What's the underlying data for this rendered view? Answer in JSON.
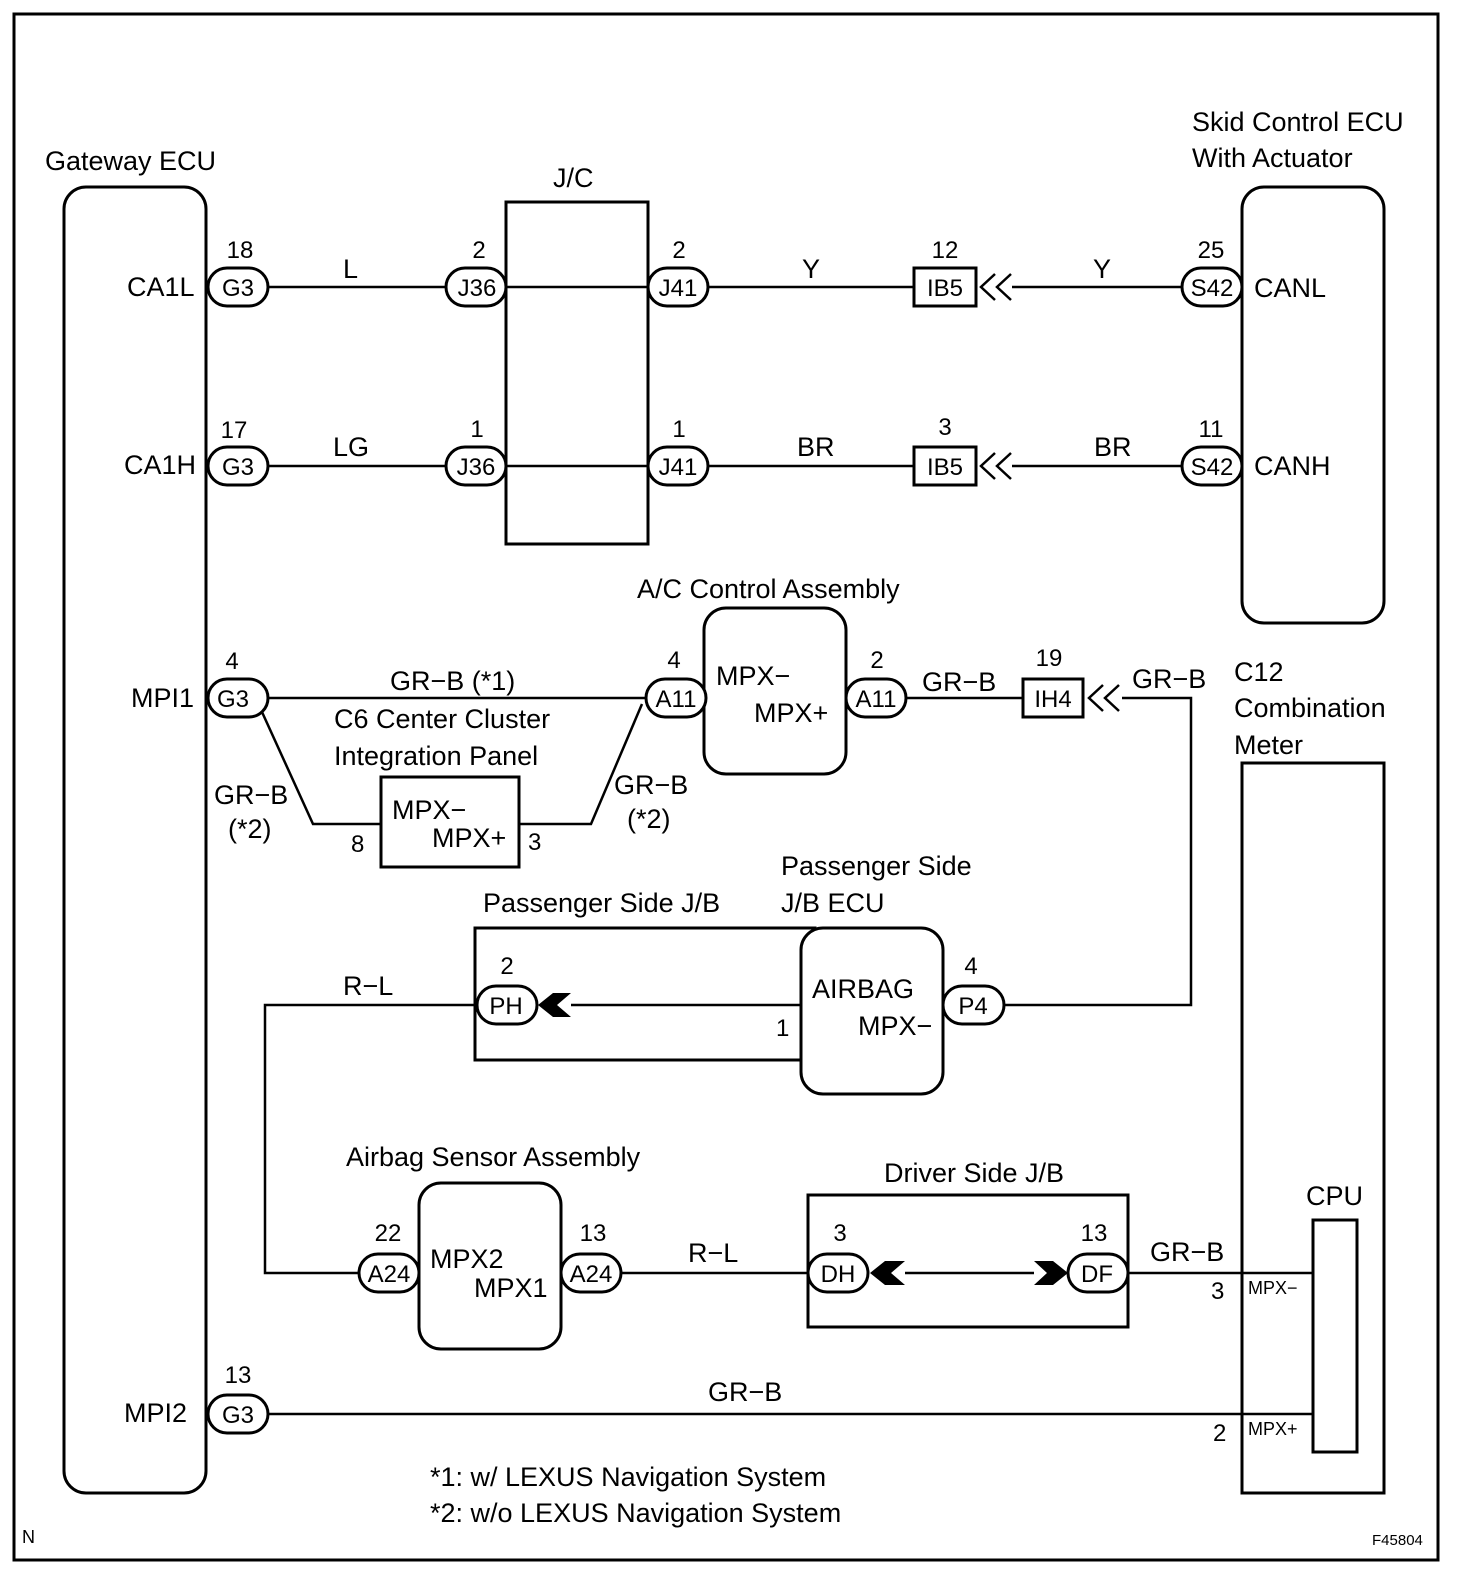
{
  "components": {
    "gateway_ecu": {
      "title": "Gateway ECU",
      "pins": {
        "ca1l": "CA1L",
        "ca1h": "CA1H",
        "mpi1": "MPI1",
        "mpi2": "MPI2"
      }
    },
    "jc": {
      "title": "J/C"
    },
    "skid_ecu": {
      "title_line1": "Skid Control ECU",
      "title_line2": "With Actuator",
      "pins": {
        "canl": "CANL",
        "canh": "CANH"
      }
    },
    "ac_control": {
      "title": "A/C Control Assembly",
      "pin_minus": "MPX−",
      "pin_plus": "MPX+"
    },
    "center_cluster": {
      "title_line1": "C6 Center Cluster",
      "title_line2": "Integration Panel",
      "pin_minus": "MPX−",
      "pin_plus": "MPX+"
    },
    "combination_meter": {
      "title_line1": "C12",
      "title_line2": "Combination",
      "title_line3": "Meter",
      "cpu": "CPU",
      "pin_minus": "MPX−",
      "pin_plus": "MPX+"
    },
    "passenger_jb": {
      "title": "Passenger Side J/B"
    },
    "passenger_jb_ecu": {
      "title_line1": "Passenger Side",
      "title_line2": "J/B ECU",
      "pin_airbag": "AIRBAG",
      "pin_mpx": "MPX−"
    },
    "airbag_sensor": {
      "title": "Airbag Sensor Assembly",
      "pin_mpx2": "MPX2",
      "pin_mpx1": "MPX1"
    },
    "driver_jb": {
      "title": "Driver Side J/B"
    }
  },
  "connectors": {
    "g3_18": {
      "code": "G3",
      "pin": "18"
    },
    "g3_17": {
      "code": "G3",
      "pin": "17"
    },
    "g3_4": {
      "code": "G3",
      "pin": "4"
    },
    "g3_13": {
      "code": "G3",
      "pin": "13"
    },
    "j36_2": {
      "code": "J36",
      "pin": "2"
    },
    "j36_1": {
      "code": "J36",
      "pin": "1"
    },
    "j41_2": {
      "code": "J41",
      "pin": "2"
    },
    "j41_1": {
      "code": "J41",
      "pin": "1"
    },
    "ib5_12": {
      "code": "IB5",
      "pin": "12"
    },
    "ib5_3": {
      "code": "IB5",
      "pin": "3"
    },
    "s42_25": {
      "code": "S42",
      "pin": "25"
    },
    "s42_11": {
      "code": "S42",
      "pin": "11"
    },
    "a11_4": {
      "code": "A11",
      "pin": "4"
    },
    "a11_2": {
      "code": "A11",
      "pin": "2"
    },
    "ih4_19": {
      "code": "IH4",
      "pin": "19"
    },
    "ph_2": {
      "code": "PH",
      "pin": "2"
    },
    "p4_4": {
      "code": "P4",
      "pin": "4"
    },
    "a24_22": {
      "code": "A24",
      "pin": "22"
    },
    "a24_13": {
      "code": "A24",
      "pin": "13"
    },
    "dh_3": {
      "code": "DH",
      "pin": "3"
    },
    "df_13": {
      "code": "DF",
      "pin": "13"
    }
  },
  "plain_pins": {
    "cc_8": "8",
    "cc_3": "3",
    "jbecu_1": "1",
    "meter_3": "3",
    "meter_2": "2"
  },
  "wires": {
    "l": "L",
    "lg": "LG",
    "y1": "Y",
    "y2": "Y",
    "br1": "BR",
    "br2": "BR",
    "grb_star1": "GR−B (*1)",
    "grb_left": "GR−B",
    "grb_left_note": "(*2)",
    "grb_mid": "GR−B",
    "grb_mid_note": "(*2)",
    "grb_a11": "GR−B",
    "grb_ih4": "GR−B",
    "rl_top": "R−L",
    "rl_bottom": "R−L",
    "grb_df": "GR−B",
    "grb_mpi2": "GR−B"
  },
  "notes": {
    "note1": "*1: w/ LEXUS Navigation System",
    "note2": "*2: w/o LEXUS Navigation System"
  },
  "corner_left": "N",
  "figure_id": "F45804"
}
